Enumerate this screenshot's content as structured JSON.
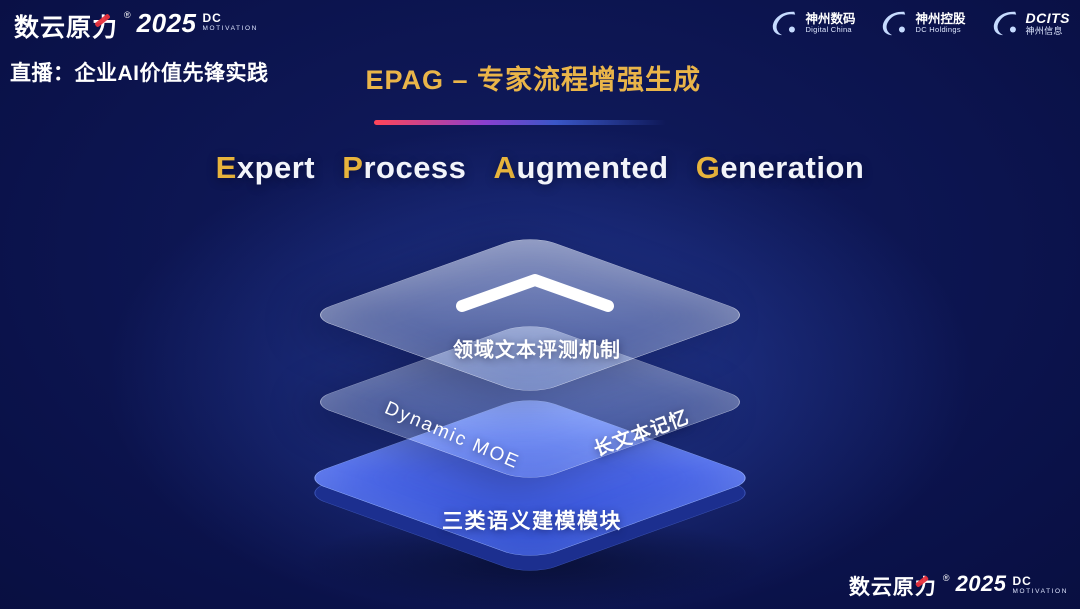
{
  "brand": {
    "name": "数云原力",
    "reg": "®",
    "year": "2025",
    "sub_line1": "DC",
    "sub_line2": "MOTIVATION"
  },
  "live_banner": "直播：企业AI价值先锋实践",
  "title": "EPAG – 专家流程增强生成",
  "headline": {
    "words": [
      {
        "initial": "E",
        "rest": "xpert"
      },
      {
        "initial": "P",
        "rest": "rocess"
      },
      {
        "initial": "A",
        "rest": "ugmented"
      },
      {
        "initial": "G",
        "rest": "eneration"
      }
    ]
  },
  "partners": [
    {
      "name": "神州数码",
      "sub": "Digital China"
    },
    {
      "name": "神州控股",
      "sub": "DC Holdings"
    },
    {
      "name": "DCITS",
      "sub": "神州信息"
    }
  ],
  "diagram": {
    "top_layer_label": "领域文本评测机制",
    "middle_layer_label_left": "Dynamic MOE",
    "middle_layer_label_right": "长文本记忆",
    "bottom_layer_label": "三类语义建模模块"
  },
  "colors": {
    "accent_gold": "#e8b43c",
    "divider_red": "#ff4558",
    "layer_blue": "#4a66e8",
    "background_navy": "#0a1148",
    "logo_accent_red": "#e8323c"
  }
}
